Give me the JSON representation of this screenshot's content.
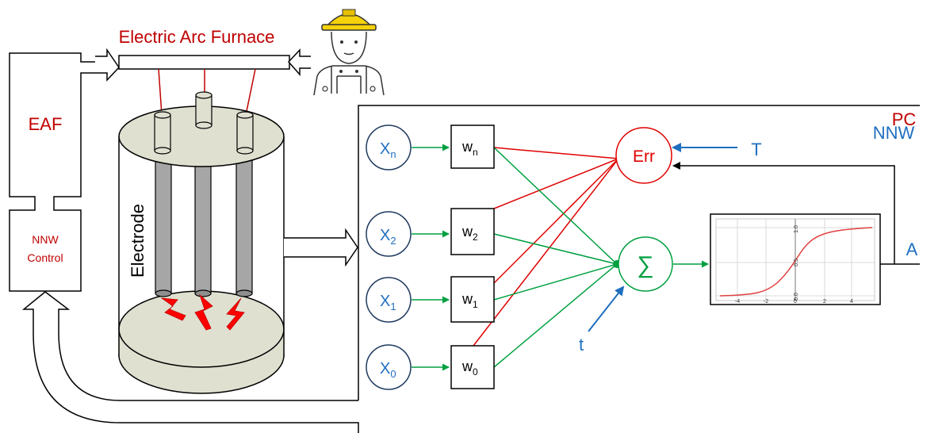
{
  "labels": {
    "furnace_title": "Electric Arc Furnace",
    "eaf": "EAF",
    "nnw_control_line1": "NNW",
    "nnw_control_line2": "Control",
    "electrode": "Electrode",
    "pc": "PC",
    "nnw": "NNW",
    "err": "Err",
    "target": "T",
    "threshold": "t",
    "output": "A",
    "sum_symbol": "∑"
  },
  "inputs": [
    {
      "base": "X",
      "sub": "n"
    },
    {
      "base": "X",
      "sub": "2"
    },
    {
      "base": "X",
      "sub": "1"
    },
    {
      "base": "X",
      "sub": "0"
    }
  ],
  "weights": [
    {
      "base": "w",
      "sub": "n"
    },
    {
      "base": "w",
      "sub": "2"
    },
    {
      "base": "w",
      "sub": "1"
    },
    {
      "base": "w",
      "sub": "0"
    }
  ],
  "sigmoid_plot": {
    "x_ticks": [
      "-4",
      "-2",
      "0",
      "2",
      "4"
    ],
    "y_ticks": [
      "1.0",
      "0.5",
      "0.0"
    ]
  },
  "colors": {
    "red": "#c00000",
    "link_red": "#e00000",
    "green": "#00a040",
    "blue": "#1f6fbf",
    "furnace_fill": "#dfe0d0",
    "electrode_fill": "#a6a6a6",
    "spark": "#ff0000",
    "helmet": "#f6d20a"
  },
  "icons": [
    "worker-icon",
    "lightning-spark-icon",
    "sigmoid-plot-icon"
  ]
}
